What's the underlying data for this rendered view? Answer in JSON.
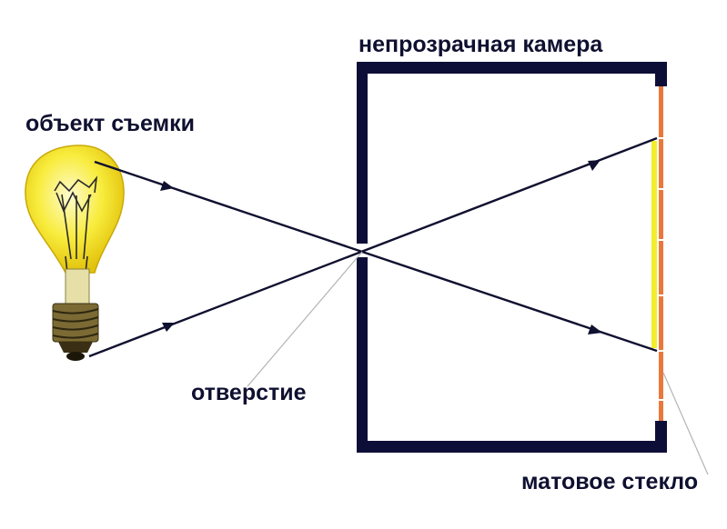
{
  "labels": {
    "camera": "непрозрачная камера",
    "object": "объект съемки",
    "aperture": "отверстие",
    "screen": "матовое стекло"
  },
  "colors": {
    "camera_wall": "#0d0e38",
    "ray": "#101030",
    "bulb_glass": "#f5e41a",
    "screen_edge": "#e8793a",
    "image": "#f3ee2a",
    "leader": "#b4b4b4"
  }
}
